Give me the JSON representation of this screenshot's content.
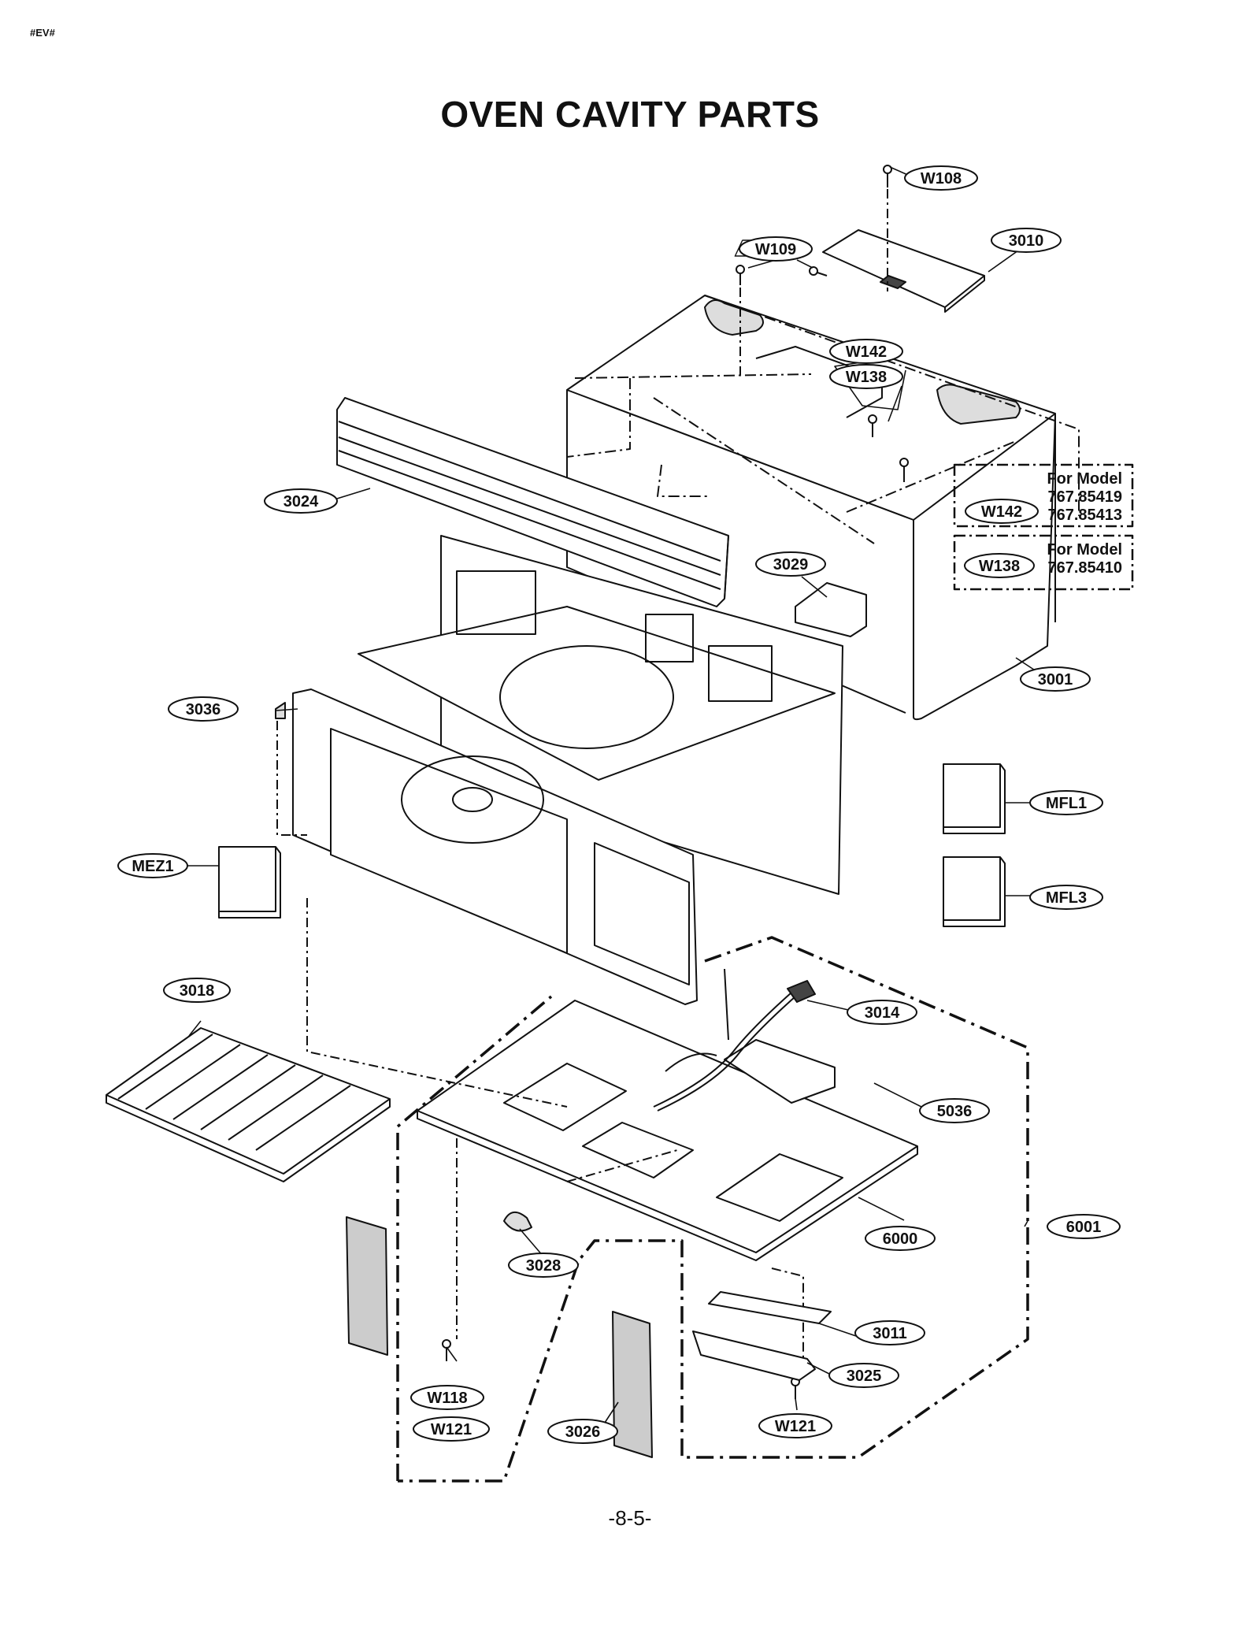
{
  "header_code": "#EV#",
  "title": "OVEN CAVITY PARTS",
  "page_number": "-8-5-",
  "parts": {
    "w108": "W108",
    "w109": "W109",
    "p3010": "3010",
    "w142": "W142",
    "w138": "W138",
    "p3024": "3024",
    "p3029": "3029",
    "p3001": "3001",
    "p3036": "3036",
    "mfl1": "MFL1",
    "mfl3": "MFL3",
    "mez1": "MEZ1",
    "p3018": "3018",
    "p3014": "3014",
    "p5036": "5036",
    "p6000": "6000",
    "p6001": "6001",
    "p3028": "3028",
    "p3011": "3011",
    "p3025": "3025",
    "p3026": "3026",
    "w118": "W118",
    "w121_left": "W121",
    "w121_right": "W121"
  },
  "model_notes": [
    {
      "heading": "For Model",
      "part": "W142",
      "models": [
        "767.85419",
        "767.85413"
      ]
    },
    {
      "heading": "For Model",
      "part": "W138",
      "models": [
        "767.85410"
      ]
    }
  ]
}
